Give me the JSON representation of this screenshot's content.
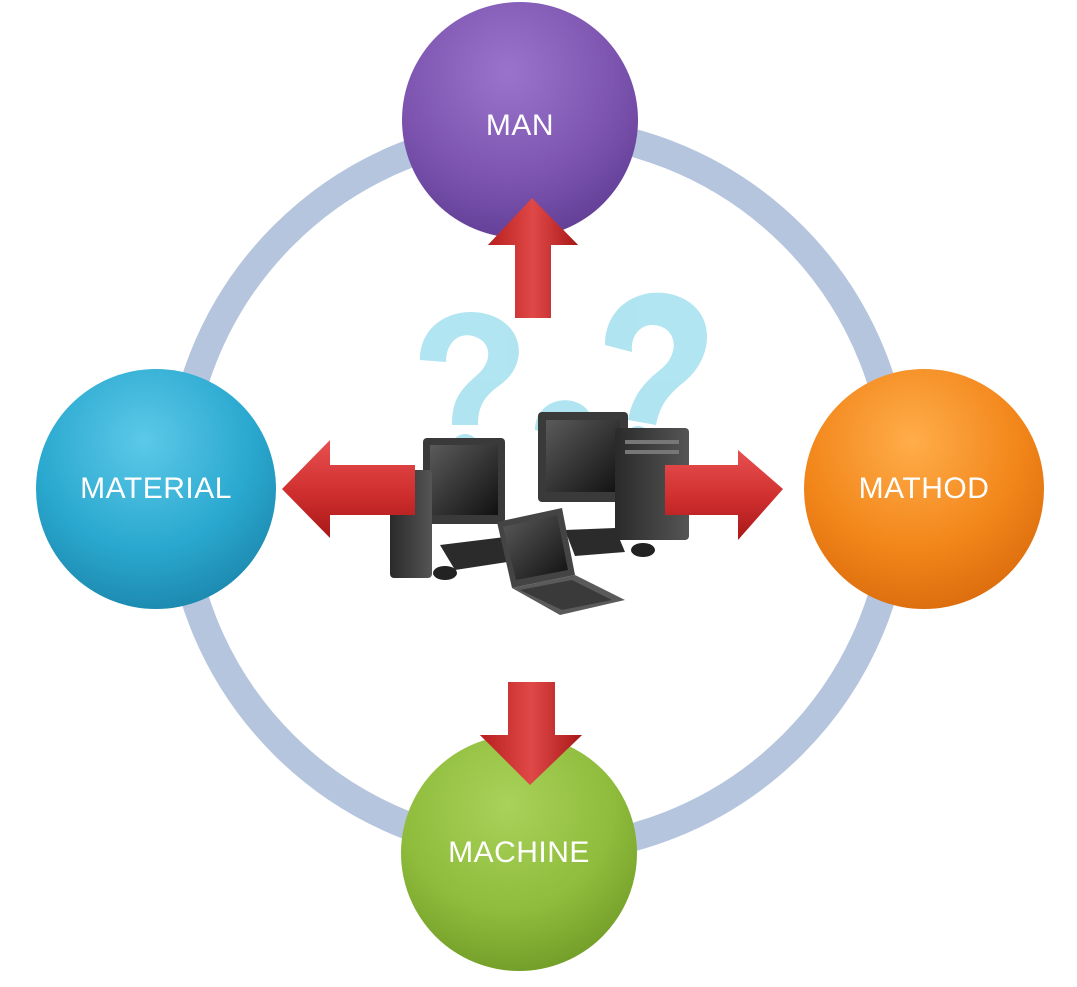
{
  "nodes": {
    "man": {
      "label": "MAN",
      "color": "#7d55b0"
    },
    "material": {
      "label": "MATERIAL",
      "color": "#2aa8cf"
    },
    "mathod": {
      "label": "MATHOD",
      "color": "#f2861a"
    },
    "machine": {
      "label": "MACHINE",
      "color": "#8fbc3c"
    }
  },
  "colors": {
    "ring": "#b5c5de",
    "arrow": "#d83838",
    "question_mark": "#a8e2ef"
  },
  "center_image": {
    "icon": "computers-with-question-marks-icon"
  }
}
